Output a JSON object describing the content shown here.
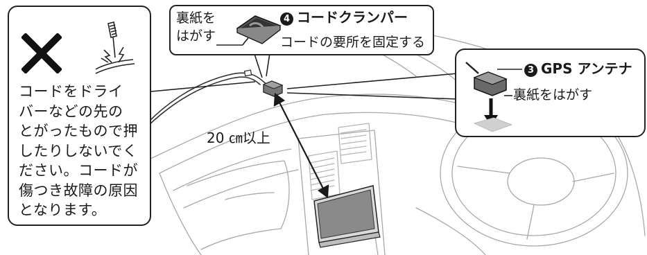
{
  "warning": {
    "icon": "prohibited-x-icon",
    "illustration": "screwdriver-cord-damage-icon",
    "text": "コードをドライ\nバーなどの先の\nとがったもので押\nしたりしないでく\nださい。コードが\n傷つき故障の原因\nとなります。"
  },
  "cord_clamper": {
    "number": "4",
    "title": "コードクランパー",
    "peel_label": "裏紙を\nはがす",
    "description": "コードの要所を固定する"
  },
  "gps_antenna": {
    "number": "3",
    "title": "GPS アンテナ",
    "peel_label": "裏紙をはがす"
  },
  "distance_label": "20 ㎝以上",
  "colors": {
    "stroke": "#222222",
    "line_art": "#9a9a9a",
    "text": "#1a1a1a",
    "screen": "#8a8a8a"
  }
}
